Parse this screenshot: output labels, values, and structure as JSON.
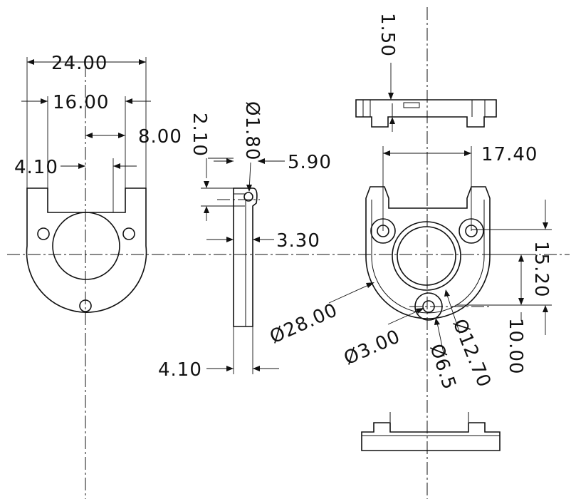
{
  "dimensions": {
    "overall_width": "24.00",
    "inner_width": "16.00",
    "half_spacing": "8.00",
    "tab_width": "4.10",
    "top_offset": "2.10",
    "pin_hole": "Ø1.80",
    "top_thickness": "5.90",
    "web_thickness": "3.30",
    "base_thickness": "4.10",
    "top_cap_thickness": "1.50",
    "hole_spacing": "17.40",
    "outer_diameter": "Ø28.00",
    "small_hole": "Ø3.00",
    "center_hole": "Ø6.5",
    "bore_diameter": "Ø12.70",
    "height_offset": "15.20",
    "center_offset": "10.00"
  }
}
